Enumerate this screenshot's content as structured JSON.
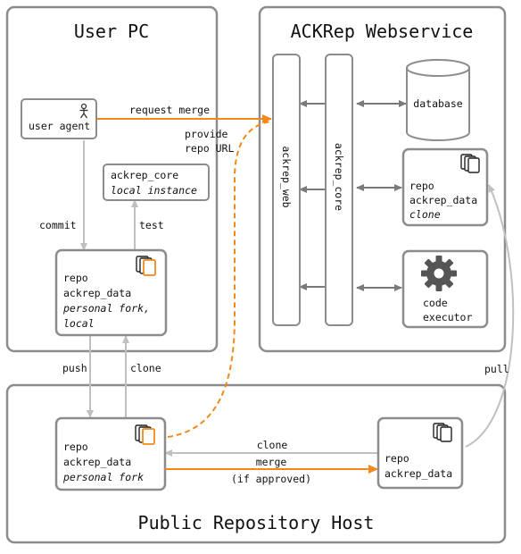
{
  "containers": {
    "user_pc": {
      "title": "User PC"
    },
    "webservice": {
      "title": "ACKRep Webservice"
    },
    "repo_host": {
      "title": "Public Repository Host"
    }
  },
  "nodes": {
    "user_agent": {
      "label": "user agent",
      "icon": "person-icon"
    },
    "ackrep_core_local": {
      "line1": "ackrep_core",
      "line2": "local instance"
    },
    "repo_fork_local": {
      "line1": "repo",
      "line2": "ackrep_data",
      "line3": "personal fork,",
      "line4": "local"
    },
    "ackrep_web": {
      "label": "ackrep_web"
    },
    "ackrep_core": {
      "label": "ackrep_core"
    },
    "database": {
      "label": "database"
    },
    "repo_clone": {
      "line1": "repo",
      "line2": "ackrep_data",
      "line3": "clone"
    },
    "code_executor": {
      "line1": "code",
      "line2": "executor",
      "icon": "gear-icon"
    },
    "repo_fork_remote": {
      "line1": "repo",
      "line2": "ackrep_data",
      "line3": "personal fork"
    },
    "repo_host_main": {
      "line1": "repo",
      "line2": "ackrep_data"
    }
  },
  "edges": {
    "request_merge": "request merge",
    "provide_repo_url_1": "provide",
    "provide_repo_url_2": "repo URL",
    "commit": "commit",
    "test": "test",
    "push": "push",
    "clone_up": "clone",
    "clone_left": "clone",
    "merge_1": "merge",
    "merge_2": "(if approved)",
    "pull": "pull"
  },
  "colors": {
    "frame": "#8c8c8c",
    "arrow_gray": "#c0c0c0",
    "arrow_dark": "#7a7a7a",
    "accent_orange": "#f28a1a"
  }
}
